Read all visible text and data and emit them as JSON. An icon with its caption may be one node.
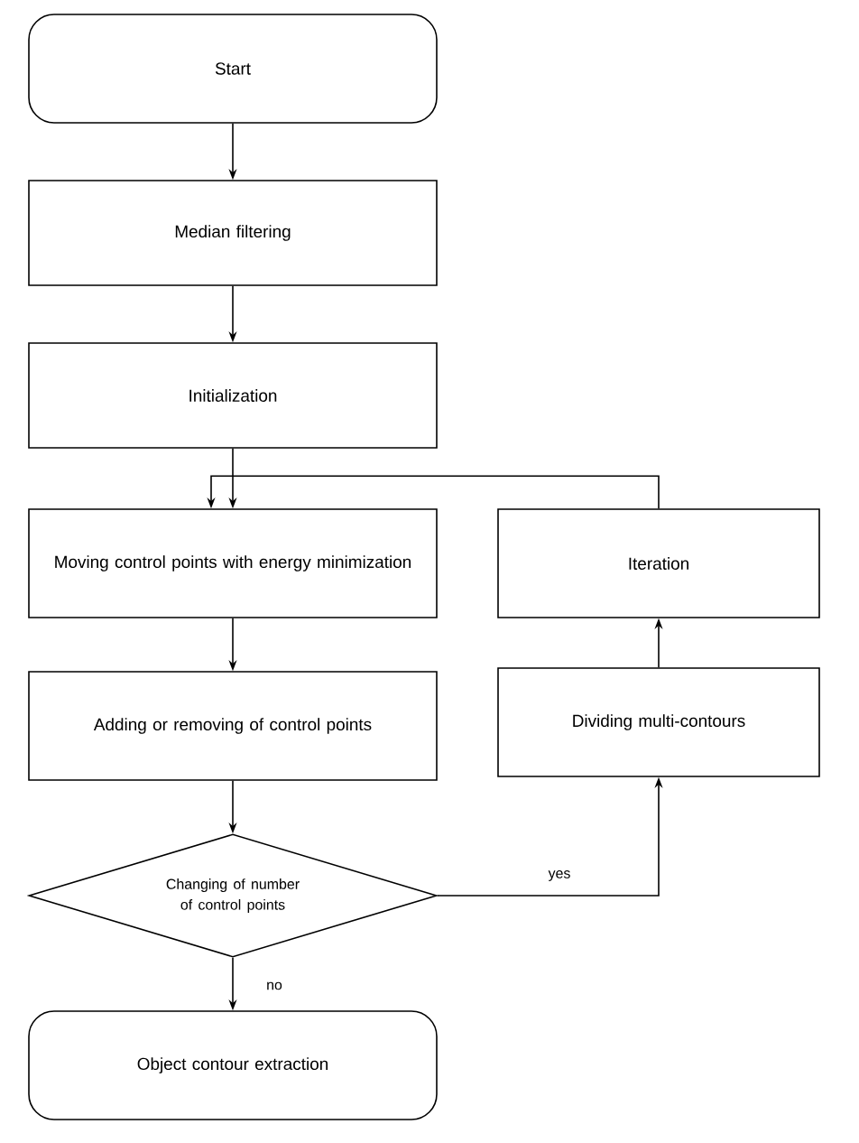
{
  "diagram": {
    "nodes": [
      {
        "text": [
          "Start"
        ]
      },
      {
        "text": [
          "Median filtering"
        ]
      },
      {
        "text": [
          "Initialization"
        ]
      },
      {
        "text": [
          "Moving control points with energy minimization"
        ]
      },
      {
        "text": [
          "Adding or removing of control points"
        ]
      },
      {
        "text": [
          "Changing of number of control points"
        ]
      },
      {
        "text": [
          "Object contour extraction"
        ]
      },
      {
        "text": [
          "Iteration"
        ]
      },
      {
        "text": [
          "Dividing multi-contours"
        ]
      }
    ],
    "edges": [
      {
        "from": 0,
        "to": 1,
        "arrow": "to"
      },
      {
        "from": 1,
        "to": 2,
        "arrow": "to"
      },
      {
        "from": 2,
        "to": 3,
        "arrow": "to"
      },
      {
        "from": 3,
        "to": 4,
        "arrow": "to"
      },
      {
        "from": 4,
        "to": 5,
        "arrow": "to"
      },
      {
        "from": 5,
        "to": 8,
        "arrow": "to",
        "label": "yes"
      },
      {
        "from": 8,
        "to": 7,
        "arrow": "to"
      },
      {
        "from": 7,
        "to": 3,
        "arrow": "to"
      },
      {
        "from": 5,
        "to": 6,
        "arrow": "to",
        "label": "no"
      }
    ]
  }
}
